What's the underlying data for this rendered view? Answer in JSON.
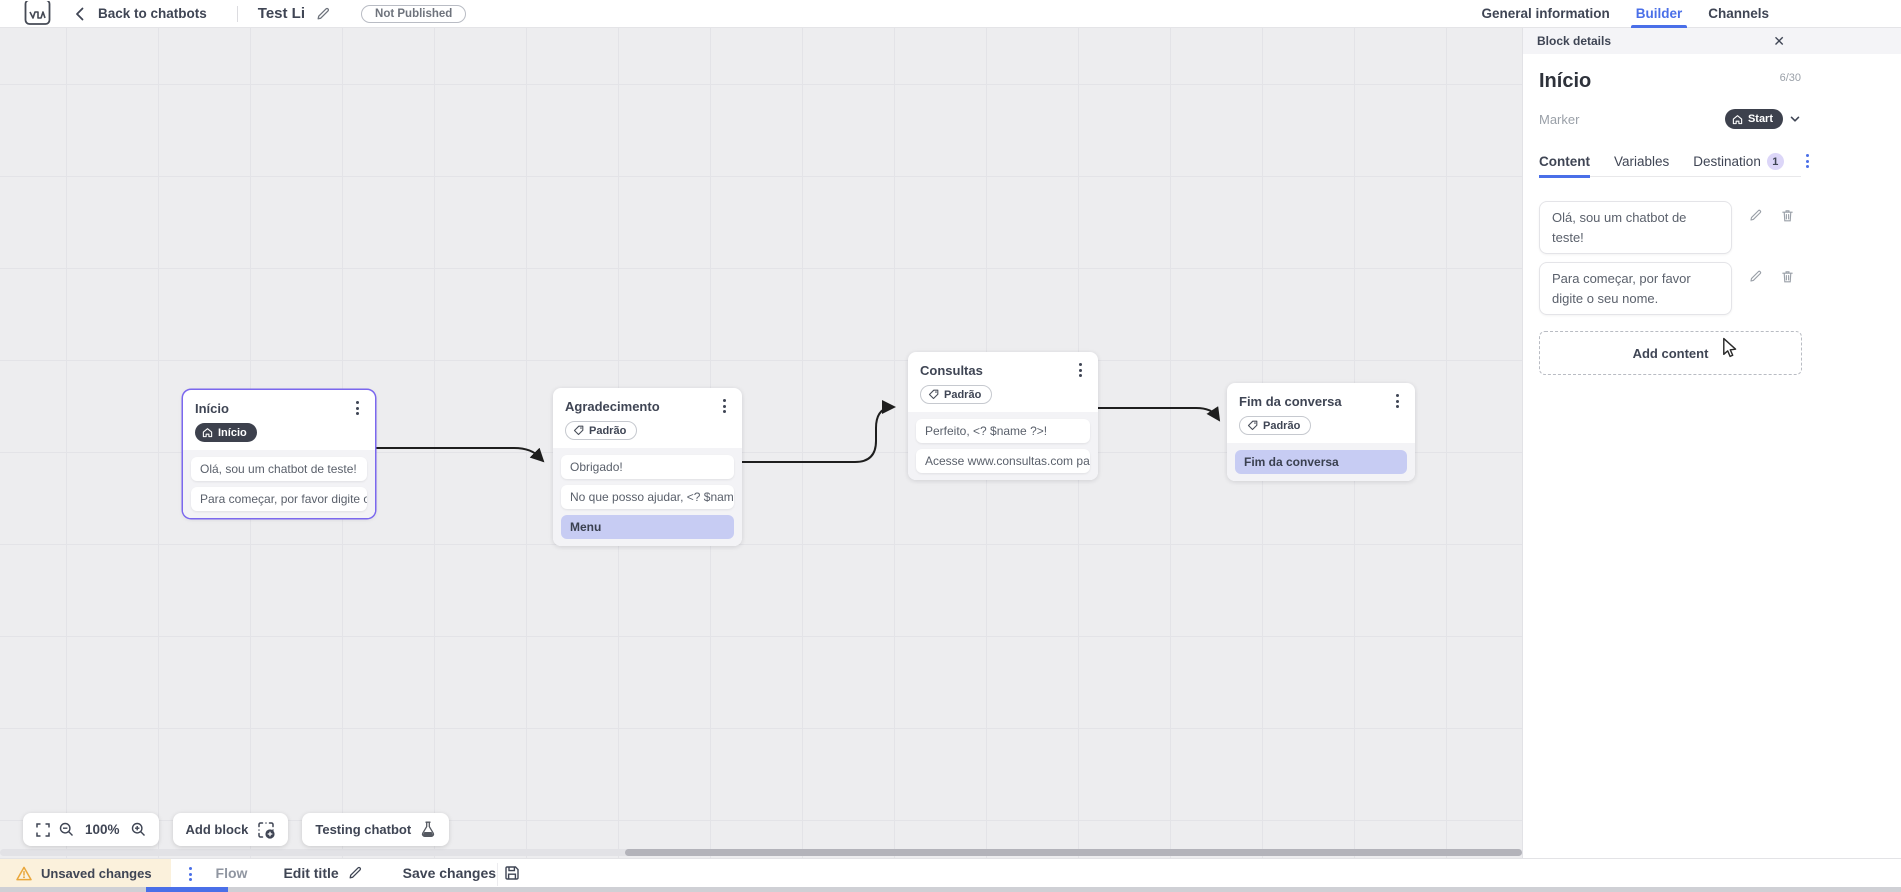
{
  "topbar": {
    "back_label": "Back to chatbots",
    "bot_title": "Test Li",
    "status_badge": "Not Published",
    "tabs": {
      "general": "General information",
      "builder": "Builder",
      "channels": "Channels"
    }
  },
  "panel": {
    "header_title": "Block details",
    "close_glyph": "✕",
    "block_title": "Início",
    "char_counter": "6/30",
    "marker_label": "Marker",
    "marker_value": "Start",
    "tabs": {
      "content": "Content",
      "variables": "Variables",
      "destination": "Destination",
      "destination_badge": "1"
    },
    "contents": [
      "Olá, sou um chatbot de teste!",
      "Para começar, por favor digite o seu nome."
    ],
    "add_content_label": "Add content"
  },
  "flow": {
    "nodes": [
      {
        "title": "Início",
        "tag": "Início",
        "items": [
          "Olá, sou um chatbot de teste!",
          "Para começar, por favor digite o ..."
        ]
      },
      {
        "title": "Agradecimento",
        "tag": "Padrão",
        "items": [
          "Obrigado!",
          "No que posso ajudar, <? $name ...",
          "Menu"
        ]
      },
      {
        "title": "Consultas",
        "tag": "Padrão",
        "items": [
          "Perfeito, <? $name ?>!",
          "Acesse www.consultas.com par..."
        ]
      },
      {
        "title": "Fim da conversa",
        "tag": "Padrão",
        "items": [
          "Fim da conversa"
        ]
      }
    ]
  },
  "controls": {
    "zoom_level": "100%",
    "add_block_label": "Add block",
    "testing_label": "Testing chatbot"
  },
  "bottombar": {
    "unsaved_label": "Unsaved changes",
    "flow_tab": "Flow",
    "edit_title_label": "Edit title",
    "save_label": "Save changes"
  },
  "colors": {
    "accent_blue": "#4a6fe8",
    "selection_purple": "#7b68ee",
    "highlight_card": "#c7ccf3",
    "dark_pill": "#3d414d",
    "warning_amber": "#e9a73b",
    "unsaved_bg": "#fbf1dc"
  }
}
